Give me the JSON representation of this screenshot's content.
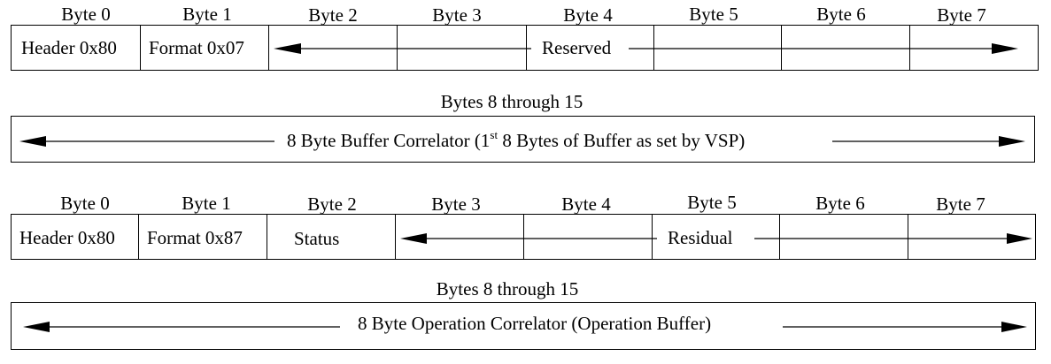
{
  "byte_headers": [
    "Byte 0",
    "Byte 1",
    "Byte 2",
    "Byte 3",
    "Byte 4",
    "Byte 5",
    "Byte 6",
    "Byte 7"
  ],
  "frame1": {
    "header_cell": "Header 0x80",
    "format_cell": "Format 0x07",
    "span_label": "Reserved"
  },
  "ext1": {
    "caption": "Bytes 8 through 15",
    "span_pre": "8 Byte Buffer Correlator (1",
    "span_sup": "st",
    "span_post": " 8 Bytes of Buffer as set by VSP)"
  },
  "frame2": {
    "header_cell": "Header 0x80",
    "format_cell": "Format 0x87",
    "status_cell": "Status",
    "span_label": "Residual"
  },
  "ext2": {
    "caption": "Bytes 8 through 15",
    "span_label": "8 Byte Operation Correlator (Operation Buffer)"
  }
}
